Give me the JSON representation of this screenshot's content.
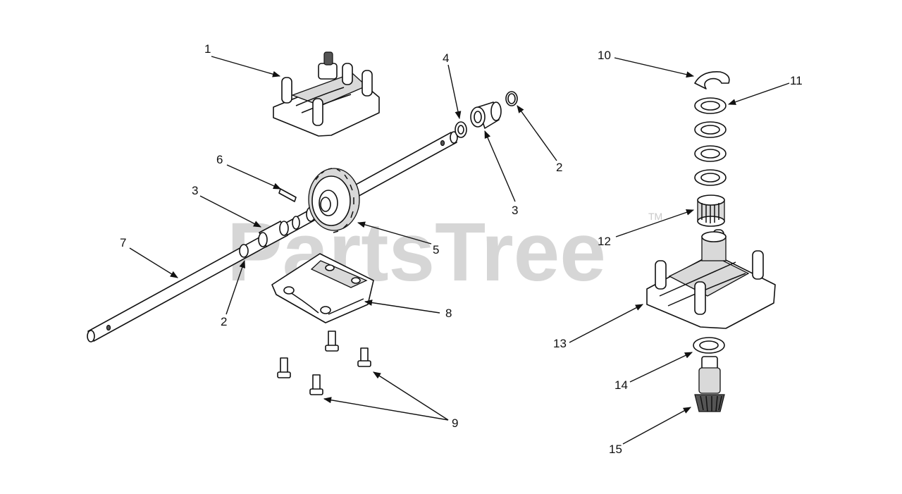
{
  "watermark": {
    "text": "PartsTree",
    "trademark": "TM"
  },
  "callouts": [
    {
      "id": "1",
      "text": "1"
    },
    {
      "id": "2a",
      "text": "2"
    },
    {
      "id": "2b",
      "text": "2"
    },
    {
      "id": "3a",
      "text": "3"
    },
    {
      "id": "3b",
      "text": "3"
    },
    {
      "id": "4",
      "text": "4"
    },
    {
      "id": "5",
      "text": "5"
    },
    {
      "id": "6",
      "text": "6"
    },
    {
      "id": "7",
      "text": "7"
    },
    {
      "id": "8",
      "text": "8"
    },
    {
      "id": "9",
      "text": "9"
    },
    {
      "id": "10",
      "text": "10"
    },
    {
      "id": "11",
      "text": "11"
    },
    {
      "id": "12",
      "text": "12"
    },
    {
      "id": "13",
      "text": "13"
    },
    {
      "id": "14",
      "text": "14"
    },
    {
      "id": "15",
      "text": "15"
    }
  ]
}
